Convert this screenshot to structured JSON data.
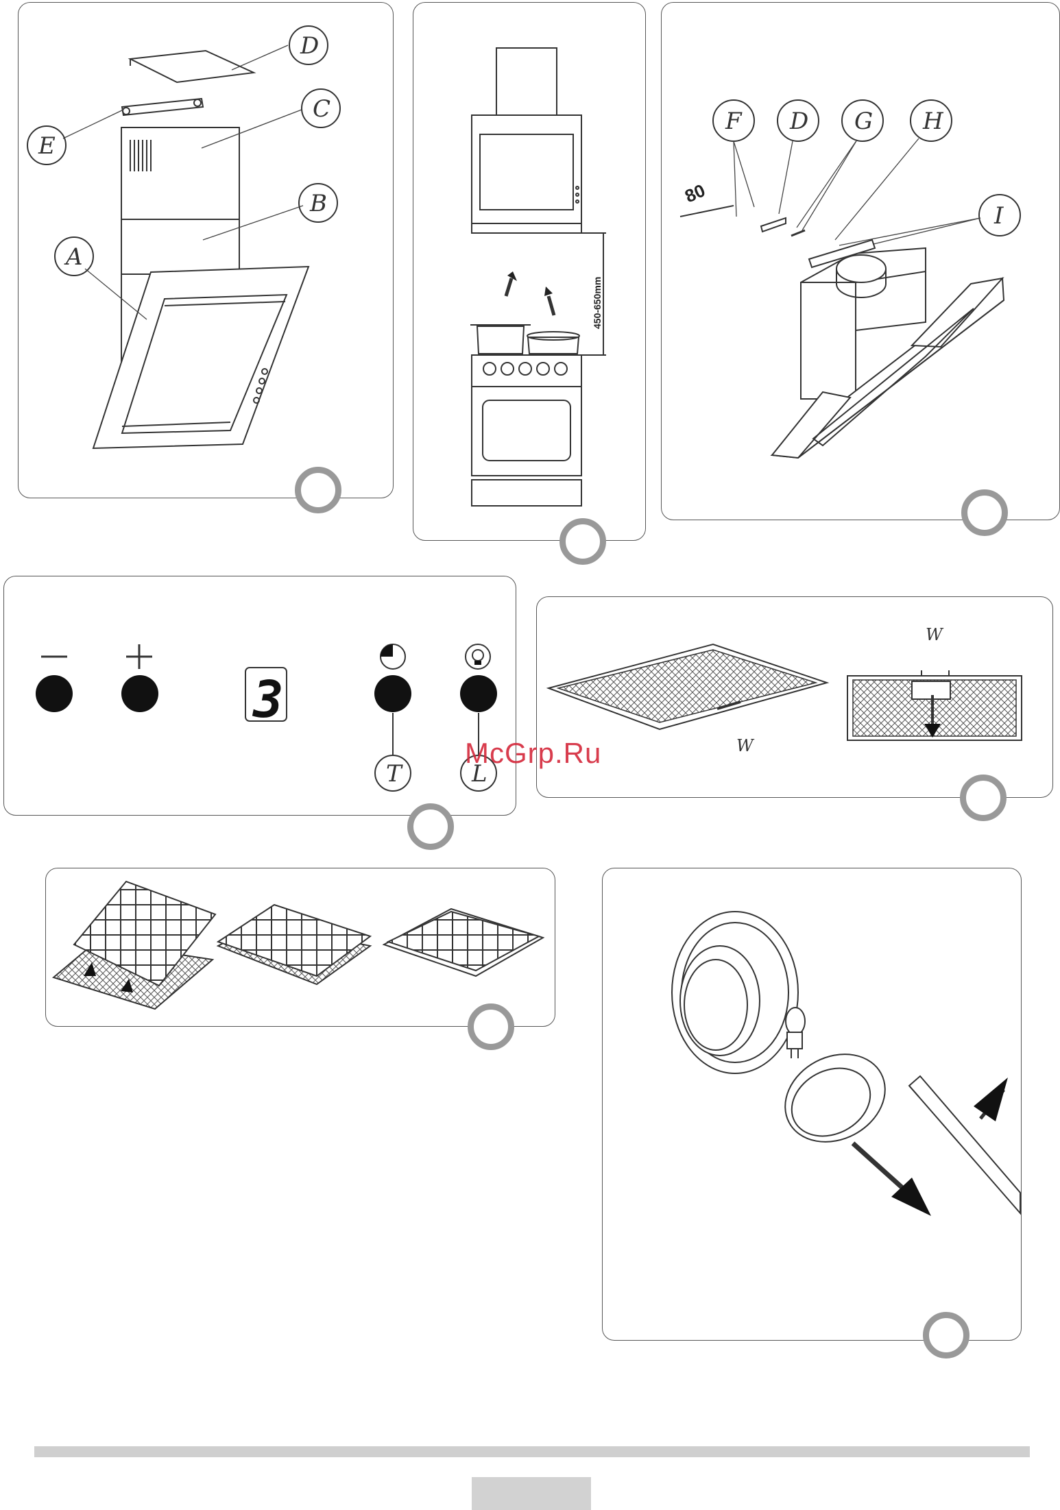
{
  "figure1": {
    "labels": [
      "A",
      "B",
      "C",
      "D",
      "E"
    ]
  },
  "figure2": {
    "dimension": "450-650mm"
  },
  "figure3": {
    "labels": [
      "F",
      "D",
      "G",
      "H",
      "I"
    ],
    "dimension": "80"
  },
  "figure4": {
    "buttons": [
      "−",
      "+"
    ],
    "display_value": "3",
    "labels": [
      "T",
      "L"
    ]
  },
  "figure5": {
    "labels": [
      "W",
      "W"
    ]
  },
  "watermark": "McGrp.Ru",
  "colors": {
    "ink": "#333333",
    "circle": "#999999",
    "watermark": "#d4283a",
    "bar": "#cfcfcf"
  }
}
